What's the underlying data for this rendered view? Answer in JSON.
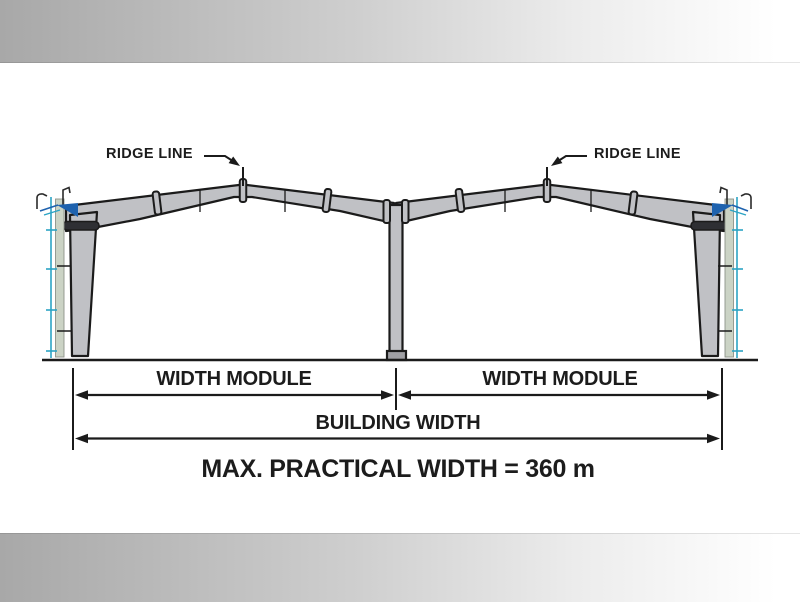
{
  "diagram": {
    "labels": {
      "ridge_line": "RIDGE LINE",
      "width_module": "WIDTH MODULE",
      "building_width": "BUILDING WIDTH",
      "max_practical_width": "MAX. PRACTICAL WIDTH = 360 m"
    },
    "colors": {
      "frame_fill": "#c0c1c5",
      "frame_outline": "#1b1b1b",
      "frame_dark": "#2e2f33",
      "wall_panel": "#cbd3c5",
      "girt_teal": "#2ba3c4",
      "eave_blue": "#1e62ae",
      "text_color": "#1c1c1c",
      "bar_gray": "#a8a8a8"
    }
  }
}
